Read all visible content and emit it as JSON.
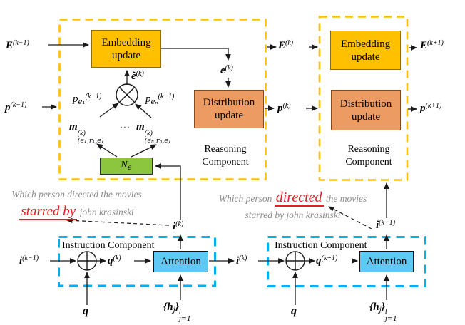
{
  "colors": {
    "embedding_fill": "#FFC000",
    "distribution_fill": "#EC9C62",
    "attention_fill": "#5FC9F3",
    "neighborhood_fill": "#8CC63E",
    "reasoning_border": "#FFC000",
    "instruction_border": "#00B0F0",
    "highlight_red": "#E51D25",
    "question_gray": "#8B8B8B"
  },
  "boxes": {
    "embedding_update": "Embedding update",
    "distribution_update": "Distribution update",
    "attention": "Attention"
  },
  "components": {
    "reasoning": "Reasoning Component",
    "instruction": "Instruction Component"
  },
  "ne": {
    "base": "N",
    "sub": "e"
  },
  "labels": {
    "E_km1": {
      "base": "E",
      "sup": "(k−1)"
    },
    "p_km1": {
      "base": "p",
      "sup": "(k−1)"
    },
    "E_k": {
      "base": "E",
      "sup": "(k)"
    },
    "p_k": {
      "base": "p",
      "sup": "(k)"
    },
    "E_kp1": {
      "base": "E",
      "sup": "(k+1)"
    },
    "p_kp1": {
      "base": "p",
      "sup": "(k+1)"
    },
    "e_k": {
      "base": "e",
      "sup": "(k)"
    },
    "e_tilde_k": {
      "base": "ẽ",
      "sup": "(k)"
    },
    "p_e1": {
      "base": "p",
      "sub": "e₁",
      "sup": "(k−1)"
    },
    "p_en": {
      "base": "p",
      "sub": "eₙ",
      "sup": "(k−1)"
    },
    "m_1": {
      "base": "m",
      "sup": "(k)",
      "sub": "(e₁,r₁,e)"
    },
    "m_dots": "···",
    "m_n": {
      "base": "m",
      "sup": "(k)",
      "sub": "(eₙ,rₙ,e)"
    },
    "i_km1": {
      "base": "i",
      "sup": "(k−1)"
    },
    "i_k_top": {
      "base": "i",
      "sup": "(k)"
    },
    "i_k_mid": {
      "base": "i",
      "sup": "(k)"
    },
    "i_kp1": {
      "base": "i",
      "sup": "(k+1)"
    },
    "q_k": {
      "base": "q",
      "sup": "(k)"
    },
    "q_kp1": {
      "base": "q",
      "sup": "(k+1)"
    },
    "q_in": {
      "base": "q"
    },
    "h_set": {
      "pre": "{",
      "base": "h",
      "basesub": "j",
      "post": "}",
      "sup": "l",
      "sub": "j=1"
    }
  },
  "questions": {
    "left": {
      "line1": "Which person directed the movies",
      "line2_red": "starred by",
      "line2_gray": "john krasinski"
    },
    "right": {
      "line1_a": "Which person",
      "line1_red": "directed",
      "line1_b": "the movies",
      "line2": "starred by john krasinski"
    }
  }
}
